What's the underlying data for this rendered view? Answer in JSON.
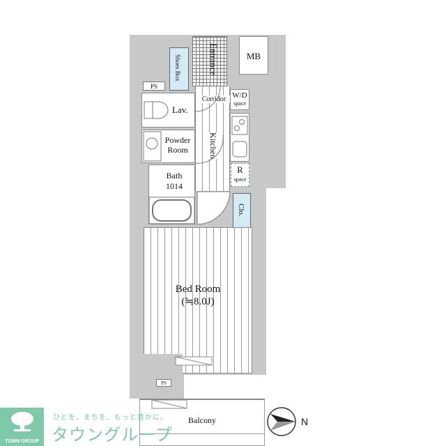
{
  "floorplan": {
    "rooms": {
      "entrance": "Entrance",
      "shoes_box": "Shoes Box",
      "mb": "MB",
      "ps_top": "PS",
      "wd": "W/D",
      "wd_sub": "space",
      "corridor": "Corridor",
      "lav": "Lav.",
      "powder_line1": "Powder",
      "powder_line2": "Room",
      "kitchen": "Kitchen",
      "r": "R",
      "r_sub": "space",
      "bath_line1": "Bath",
      "bath_line2": "1014",
      "clo": "Clo.",
      "bedroom_line1": "Bed Room",
      "bedroom_line2": "(≒8.0J)",
      "ps_bottom": "PS",
      "balcony": "Balcony"
    },
    "compass": {
      "label": "N"
    },
    "colors": {
      "wall": "#c7c9c8",
      "storage_blue": "#d4ebf5",
      "brand_green": "#7dc9a8"
    }
  },
  "branding": {
    "logo_text": "TOWN GROUP",
    "tagline": "ひとを、まちを、もっと豊かに。",
    "name_jp": "タウングループ"
  }
}
